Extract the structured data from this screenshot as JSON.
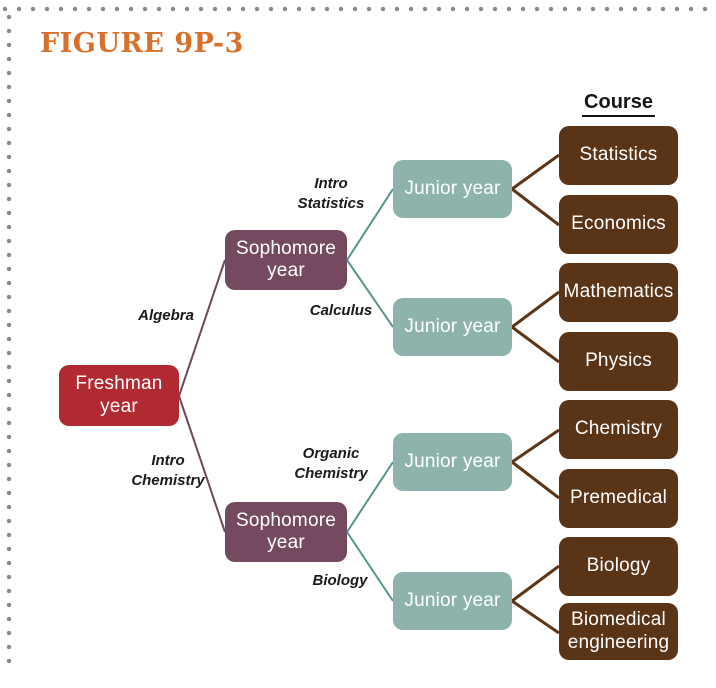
{
  "title": "FIGURE 9P-3",
  "column_header": "Course",
  "nodes": {
    "freshman": "Freshman\nyear",
    "sophomore_top": "Sophomore\nyear",
    "sophomore_bottom": "Sophomore\nyear",
    "junior_1": "Junior year",
    "junior_2": "Junior year",
    "junior_3": "Junior year",
    "junior_4": "Junior year",
    "course_1": "Statistics",
    "course_2": "Economics",
    "course_3": "Mathematics",
    "course_4": "Physics",
    "course_5": "Chemistry",
    "course_6": "Premedical",
    "course_7": "Biology",
    "course_8": "Biomedical\nengineering"
  },
  "edge_labels": {
    "algebra": "Algebra",
    "intro_chemistry": "Intro\nChemistry",
    "intro_statistics": "Intro\nStatistics",
    "calculus": "Calculus",
    "organic_chemistry": "Organic\nChemistry",
    "biology": "Biology"
  },
  "colors": {
    "title_orange": "#d8702c",
    "freshman_red": "#b22a31",
    "sophomore_purple": "#754a60",
    "junior_teal": "#8db3ac",
    "course_brown": "#5a3417",
    "edge_purple": "#6b4a5f",
    "edge_teal": "#57948c",
    "edge_brown": "#5e3517",
    "border_dots_gray": "#8a8a8a"
  }
}
